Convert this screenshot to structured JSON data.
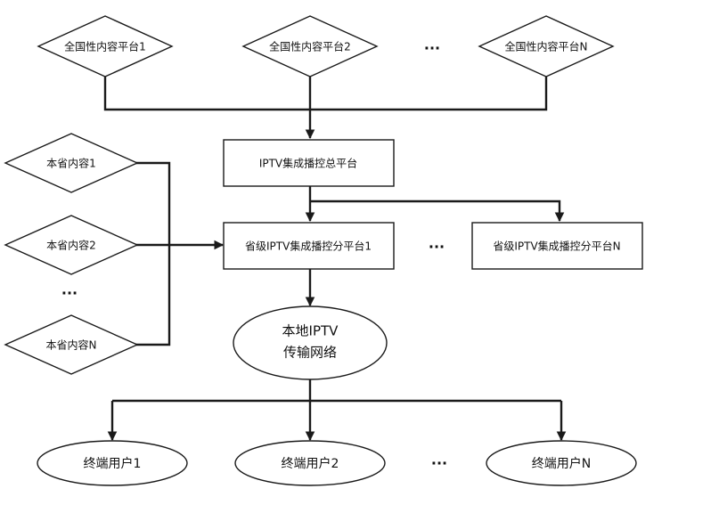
{
  "national_platforms": [
    "全国性内容平台1",
    "全国性内容平台2",
    "全国性内容平台N"
  ],
  "national_ellipsis": "···",
  "main_platform": "IPTV集成播控总平台",
  "provincial_platforms": [
    "省级IPTV集成播控分平台1",
    "省级IPTV集成播控分平台N"
  ],
  "provincial_ellipsis": "···",
  "local_contents": [
    "本省内容1",
    "本省内容2",
    "本省内容N"
  ],
  "local_ellipsis": "···",
  "network": {
    "line1": "本地IPTV",
    "line2": "传输网络"
  },
  "users": [
    "终端用户1",
    "终端用户2",
    "终端用户N"
  ],
  "users_ellipsis": "···",
  "colors": {
    "stroke": "#1a1a1a",
    "fill": "#ffffff",
    "text": "#111111"
  }
}
